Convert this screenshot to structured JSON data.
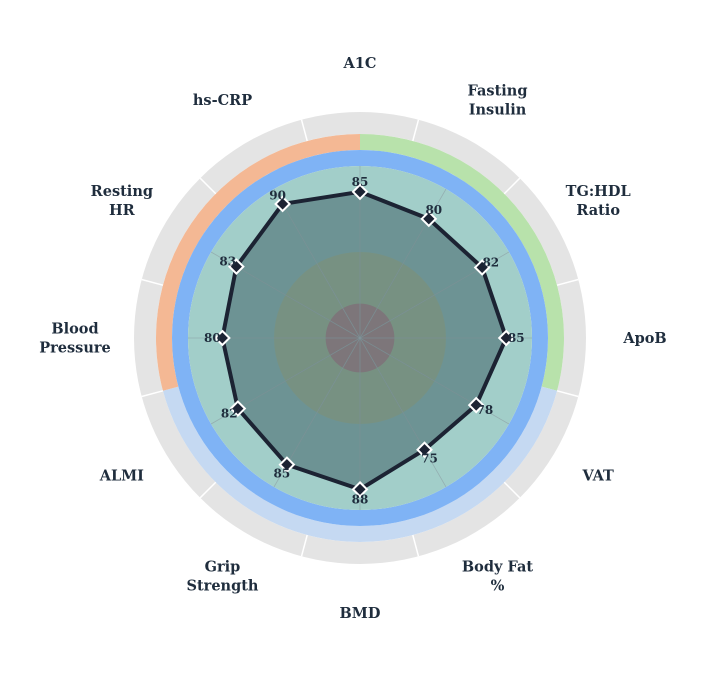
{
  "chart_data": {
    "type": "radar",
    "categories": [
      [
        "A1C"
      ],
      [
        "Fasting",
        "Insulin"
      ],
      [
        "TG:HDL",
        "Ratio"
      ],
      [
        "ApoB"
      ],
      [
        "VAT"
      ],
      [
        "Body Fat",
        "%"
      ],
      [
        "BMD"
      ],
      [
        "Grip",
        "Strength"
      ],
      [
        "ALMI"
      ],
      [
        "Blood",
        "Pressure"
      ],
      [
        "Resting",
        "HR"
      ],
      [
        "hs-CRP"
      ]
    ],
    "values": [
      85,
      80,
      82,
      85,
      78,
      75,
      88,
      85,
      82,
      80,
      83,
      90
    ],
    "value_labels": [
      "85",
      "80",
      "82",
      "85",
      "78",
      "75",
      "88",
      "85",
      "82",
      "80",
      "83",
      "90"
    ],
    "rlim": [
      0,
      100
    ],
    "grid": true,
    "bands": [
      {
        "from": 0,
        "to": 20,
        "color": "#d9676b"
      },
      {
        "from": 20,
        "to": 50,
        "color": "#c5c68a"
      },
      {
        "from": 50,
        "to": 100,
        "color": "#a2cec9"
      }
    ],
    "polygon_fill": "#597d80",
    "line_color": "#1c2333",
    "outer_ring_color": "#e4e4e4",
    "category_ring": [
      {
        "from": 0,
        "to": 3.5,
        "color": "#b8e2ab"
      },
      {
        "from": 3.5,
        "to": 8.5,
        "color": "#c5d9f2"
      },
      {
        "from": 8.5,
        "to": 12,
        "color": "#f4b894"
      }
    ],
    "inner_ring_color": "#7fb3f5"
  }
}
